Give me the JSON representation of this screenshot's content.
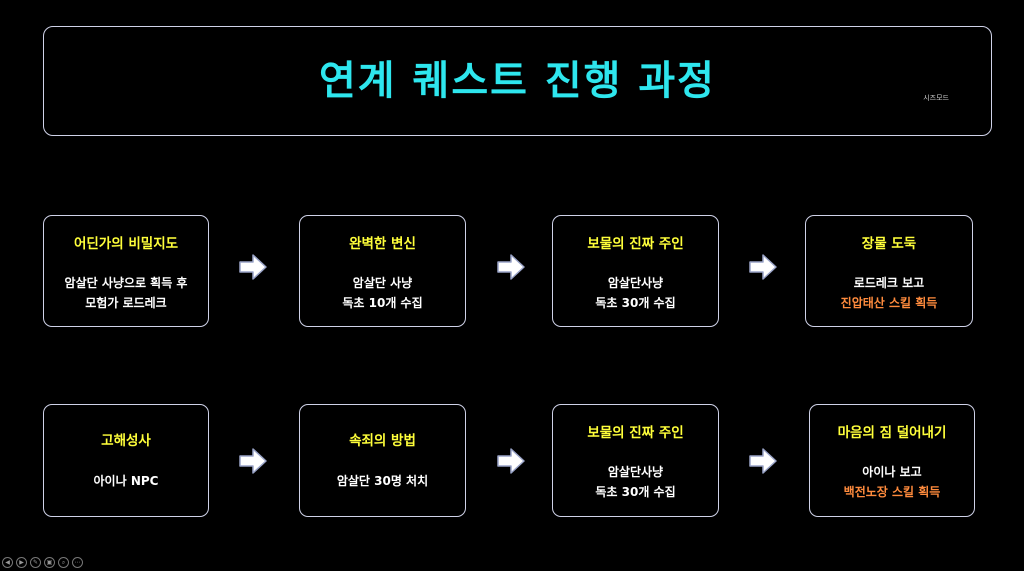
{
  "slide": {
    "title": "연계 퀘스트 진행 과정",
    "tag": "시즈모드"
  },
  "rows": [
    {
      "cards": [
        {
          "title": "어딘가의 비밀지도",
          "lines": [
            {
              "text": "암살단 사냥으로 획득 후"
            },
            {
              "text": "모험가 로드레크"
            }
          ]
        },
        {
          "title": "완벽한 변신",
          "lines": [
            {
              "text": "암살단 사냥"
            },
            {
              "text": "독초 10개 수집"
            }
          ]
        },
        {
          "title": "보물의 진짜 주인",
          "lines": [
            {
              "text": "암살단사냥"
            },
            {
              "text": "독초 30개 수집"
            }
          ]
        },
        {
          "title": "장물 도둑",
          "lines": [
            {
              "text": "로드레크 보고"
            },
            {
              "text": "진압태산 스킬 획득"
            }
          ]
        }
      ]
    },
    {
      "cards": [
        {
          "title": "고해성사",
          "lines": [
            {
              "text": "아이나 NPC"
            }
          ]
        },
        {
          "title": "속죄의 방법",
          "lines": [
            {
              "text": "암살단 30명 처치"
            }
          ]
        },
        {
          "title": "보물의 진짜 주인",
          "lines": [
            {
              "text": "암살단사냥"
            },
            {
              "text": "독초 30개 수집"
            }
          ]
        },
        {
          "title": "마음의 짐 덜어내기",
          "lines": [
            {
              "text": "아이나 보고"
            },
            {
              "text": "백전노장 스킬 획득"
            }
          ]
        }
      ]
    }
  ],
  "colors": {
    "title": "#2ee6ee",
    "card_title": "#ffff3a",
    "accent": "#ff8b3d",
    "border": "#cfd2e8"
  },
  "icons": {
    "arrow": "right-arrow-icon",
    "toolbar": [
      "prev-icon",
      "next-icon",
      "pen-icon",
      "slides-icon",
      "zoom-icon",
      "more-icon"
    ]
  }
}
